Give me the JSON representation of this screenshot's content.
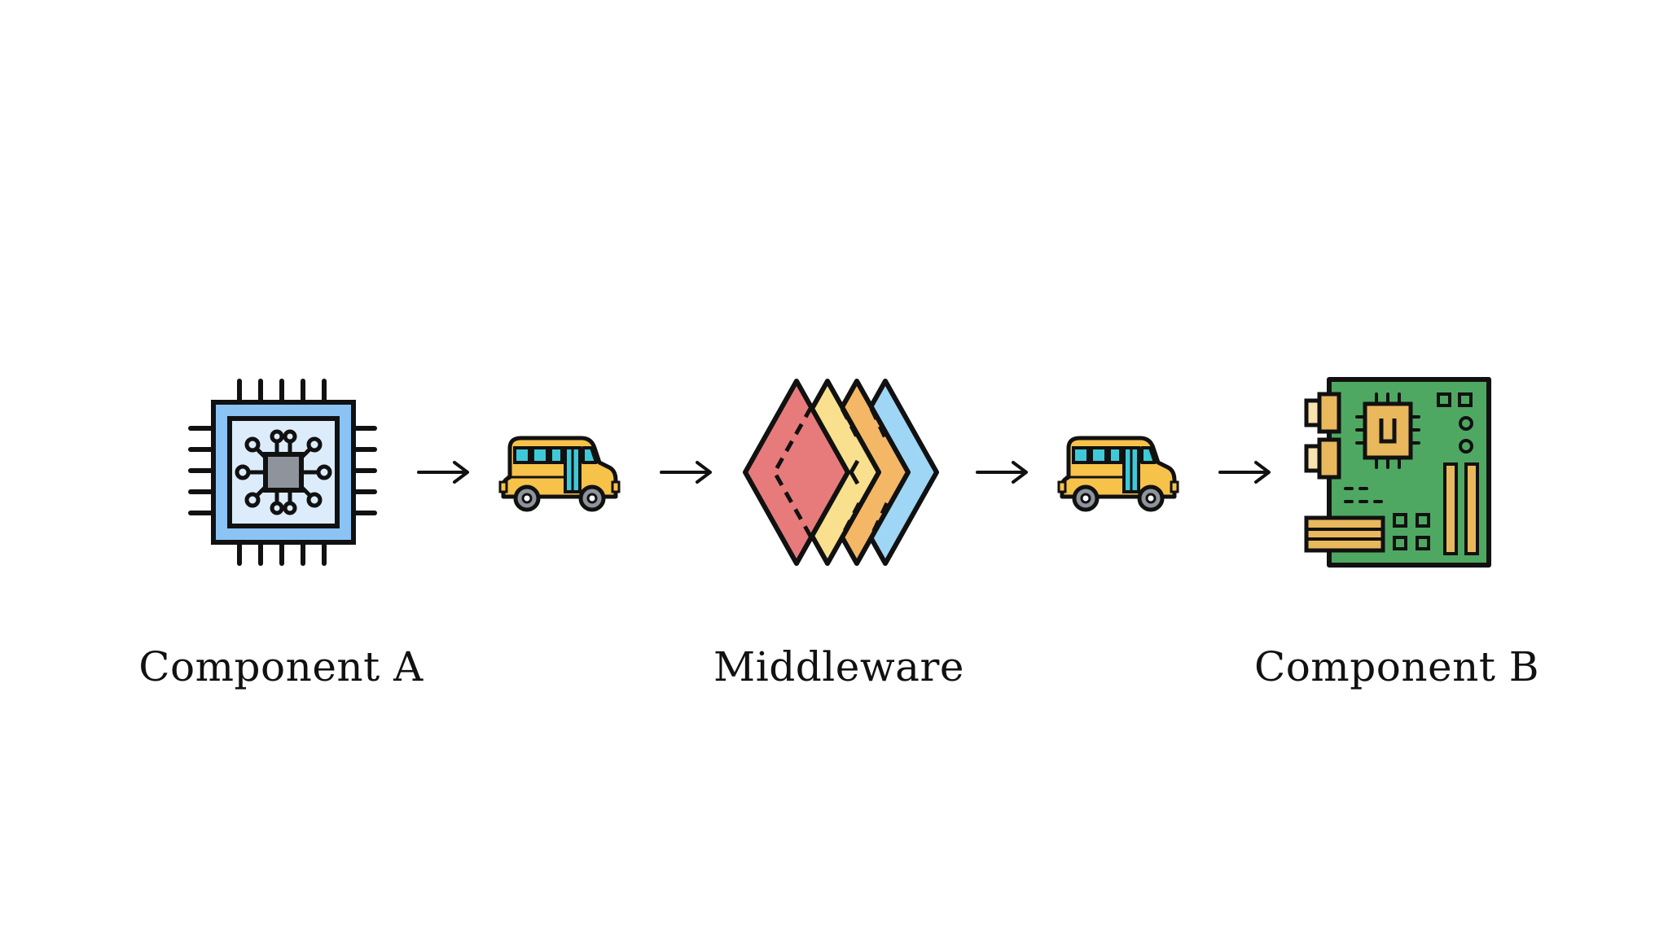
{
  "nodes": {
    "component_a": {
      "label": "Component A",
      "icon": "cpu-chip-icon"
    },
    "middleware": {
      "label": "Middleware",
      "icon": "layers-icon"
    },
    "component_b": {
      "label": "Component B",
      "icon": "motherboard-icon"
    }
  },
  "connectors": [
    {
      "icon": "bus-icon"
    },
    {
      "icon": "bus-icon"
    }
  ],
  "arrows": [
    {
      "icon": "arrow-right-icon"
    },
    {
      "icon": "arrow-right-icon"
    },
    {
      "icon": "arrow-right-icon"
    },
    {
      "icon": "arrow-right-icon"
    }
  ],
  "colors": {
    "outline": "#111111",
    "chip_blue": "#8cc3f5",
    "chip_inner": "#dcecfb",
    "chip_core": "#8e939c",
    "bus_yellow": "#f7c24a",
    "bus_window": "#3ec9d8",
    "layer_red": "#e77b7b",
    "layer_yellow": "#f8e08e",
    "layer_orange": "#f4b766",
    "layer_blue": "#9fd6f5",
    "board_green": "#4fa862",
    "board_gold": "#e9b85c"
  }
}
